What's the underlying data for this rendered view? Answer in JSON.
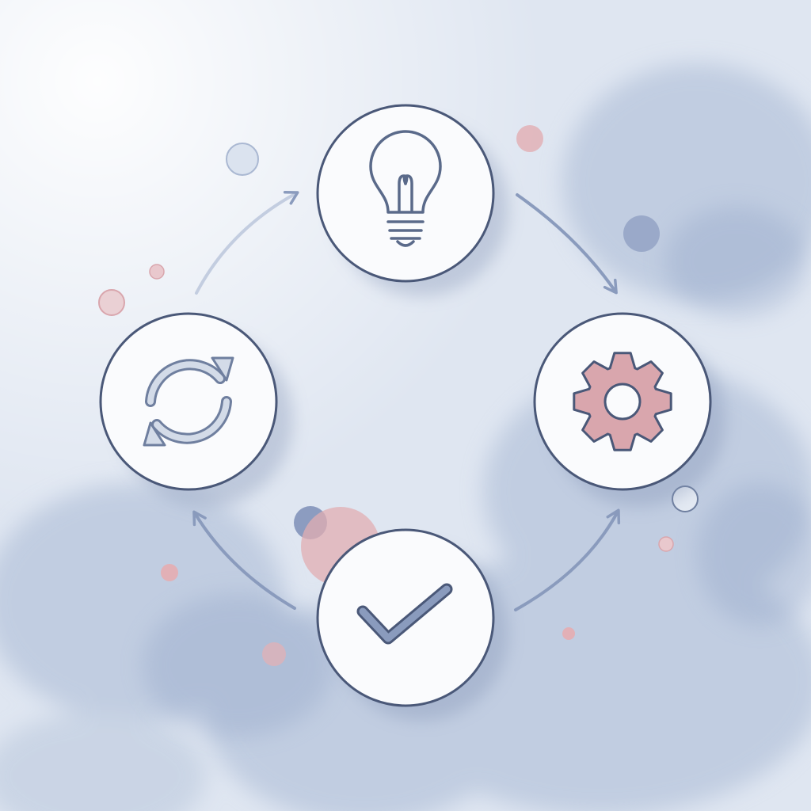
{
  "diagram": {
    "type": "cycle",
    "direction": "clockwise",
    "nodes": [
      {
        "id": "idea",
        "icon": "lightbulb-icon"
      },
      {
        "id": "process",
        "icon": "gear-icon"
      },
      {
        "id": "verify",
        "icon": "checkmark-icon"
      },
      {
        "id": "iterate",
        "icon": "refresh-icon"
      }
    ],
    "connections": [
      {
        "from": "idea",
        "to": "process"
      },
      {
        "from": "verify",
        "to": "process"
      },
      {
        "from": "verify",
        "to": "iterate"
      },
      {
        "from": "iterate",
        "to": "idea"
      }
    ]
  },
  "colors": {
    "background": "#dfe6f1",
    "watercolor": "#a9b9d4",
    "node_fill": "#fafbfd",
    "outline": "#4a5878",
    "arrow": "#8a9bbd",
    "icon": "#5a6a8a",
    "accent_pink": "#d9a6ad",
    "dot_blue": "#8c9cc0"
  }
}
